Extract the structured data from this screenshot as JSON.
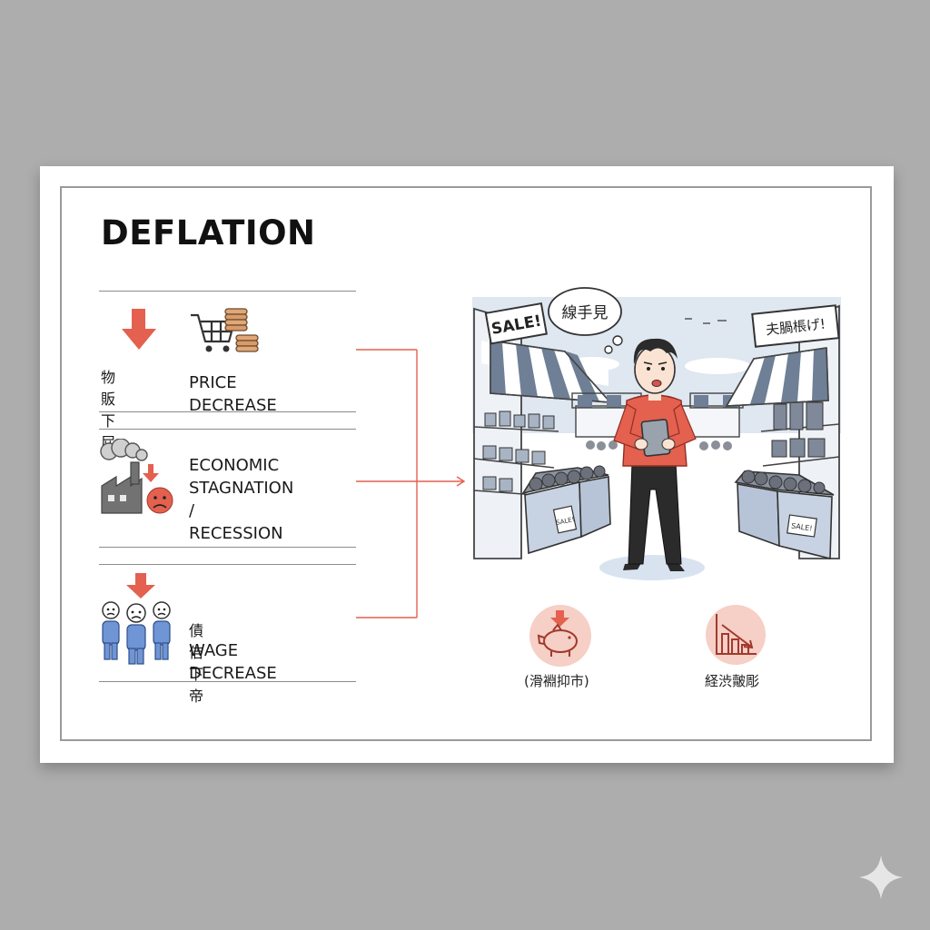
{
  "title": "DEFLATION",
  "factors": [
    {
      "jp": "物販下屁",
      "en": "PRICE DECREASE",
      "icon": "shopping-cart-coins-icon"
    },
    {
      "en_lines": [
        "ECONOMIC",
        "STAGNATION /",
        "RECESSION"
      ],
      "icon": "factory-smoke-icon"
    },
    {
      "jp": "債佶下帝",
      "en": "WAGE DECREASE",
      "icon": "sad-workers-icon"
    }
  ],
  "scene": {
    "thought_bubble": "線手見",
    "left_sign": "SALE!",
    "right_sign": "夫腡棖げ!",
    "bin_tag_left": "SALE!",
    "bin_tag_right": "SALE!"
  },
  "consequences": [
    {
      "label": "(滑裫抑市)",
      "icon": "piggy-bank-down-icon"
    },
    {
      "label": "経渋皾彫",
      "icon": "declining-chart-icon"
    }
  ],
  "colors": {
    "accent": "#e4604f",
    "accent_soft": "#f6cfc6",
    "worker_blue": "#6f95d4",
    "text": "#111111"
  }
}
